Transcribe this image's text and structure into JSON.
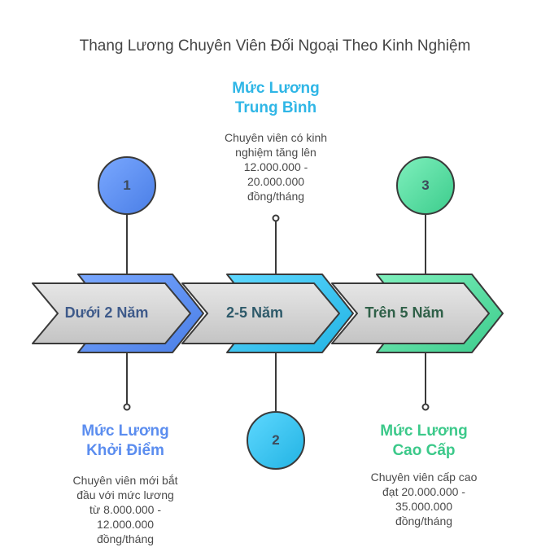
{
  "title": "Thang Lương Chuyên Viên Đối Ngoại Theo Kinh Nghiệm",
  "colors": {
    "blue": "#5b8def",
    "cyan": "#2fc5f0",
    "green": "#4cd49a",
    "gray": "#d4d4d4",
    "outline": "#3a3a3a"
  },
  "stages": [
    {
      "number": "1",
      "label": "Dưới 2 Năm",
      "heading_line1": "Mức Lương",
      "heading_line2": "Khởi Điểm",
      "desc_lines": [
        "Chuyên viên mới bắt",
        "đầu với mức lương",
        "từ 8.000.000 -",
        "12.000.000",
        "đồng/tháng"
      ],
      "color": "#5b8def"
    },
    {
      "number": "2",
      "label": "2-5 Năm",
      "heading_line1": "Mức Lương",
      "heading_line2": "Trung Bình",
      "desc_lines": [
        "Chuyên viên có kinh",
        "nghiệm tăng lên",
        "12.000.000 -",
        "20.000.000",
        "đồng/tháng"
      ],
      "color": "#2fb6e6"
    },
    {
      "number": "3",
      "label": "Trên 5 Năm",
      "heading_line1": "Mức Lương",
      "heading_line2": "Cao Cấp",
      "desc_lines": [
        "Chuyên viên cấp cao",
        "đạt 20.000.000 -",
        "35.000.000",
        "đồng/tháng"
      ],
      "color": "#3cc98a"
    }
  ]
}
